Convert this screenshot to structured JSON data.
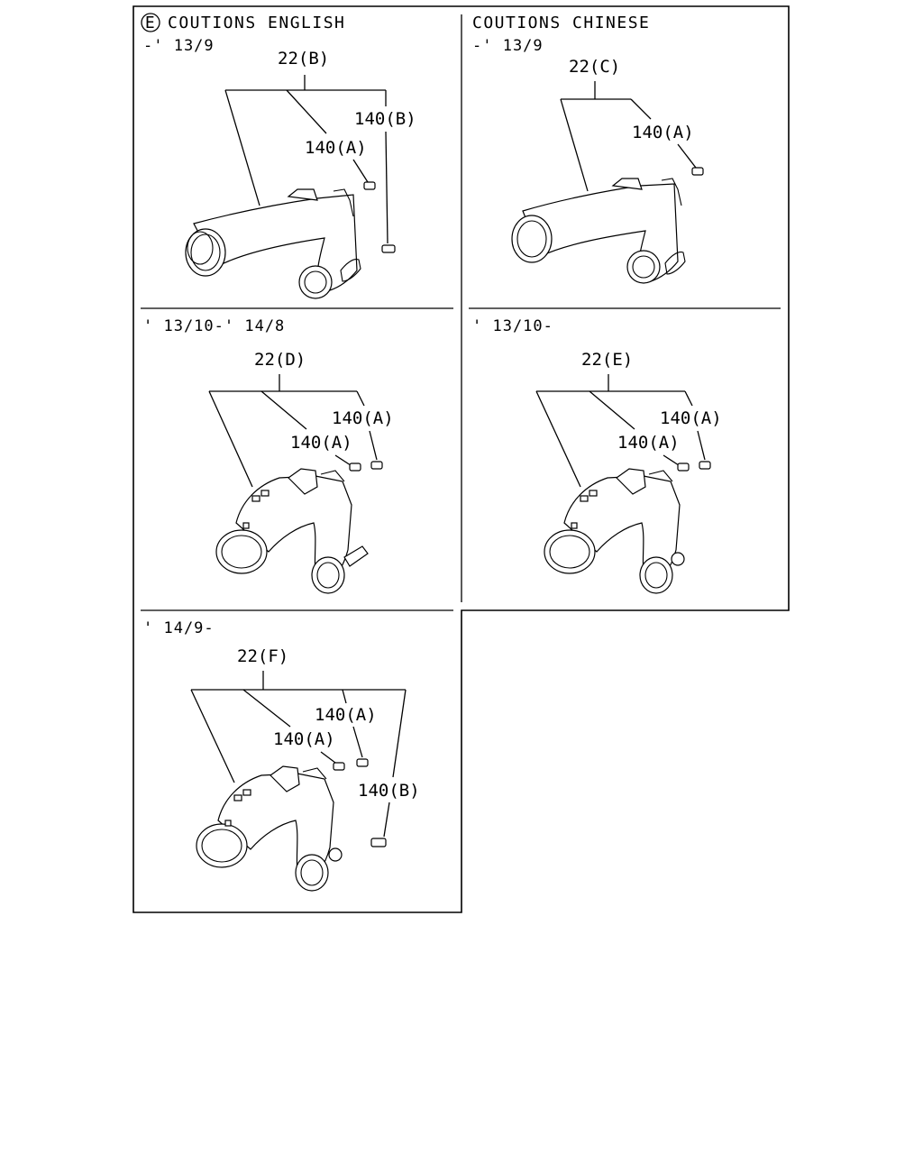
{
  "header": {
    "english_marker": "E",
    "english_title": "COUTIONS ENGLISH",
    "chinese_title": "COUTIONS CHINESE"
  },
  "panels": [
    {
      "date": "-' 13/9",
      "part": "22(B)",
      "callouts": [
        "140(B)",
        "140(A)"
      ]
    },
    {
      "date": "-' 13/9",
      "part": "22(C)",
      "callouts": [
        "140(A)"
      ]
    },
    {
      "date": "' 13/10-' 14/8",
      "part": "22(D)",
      "callouts": [
        "140(A)",
        "140(A)"
      ]
    },
    {
      "date": "' 13/10-",
      "part": "22(E)",
      "callouts": [
        "140(A)",
        "140(A)"
      ]
    },
    {
      "date": "' 14/9-",
      "part": "22(F)",
      "callouts": [
        "140(A)",
        "140(A)",
        "140(B)"
      ]
    }
  ]
}
